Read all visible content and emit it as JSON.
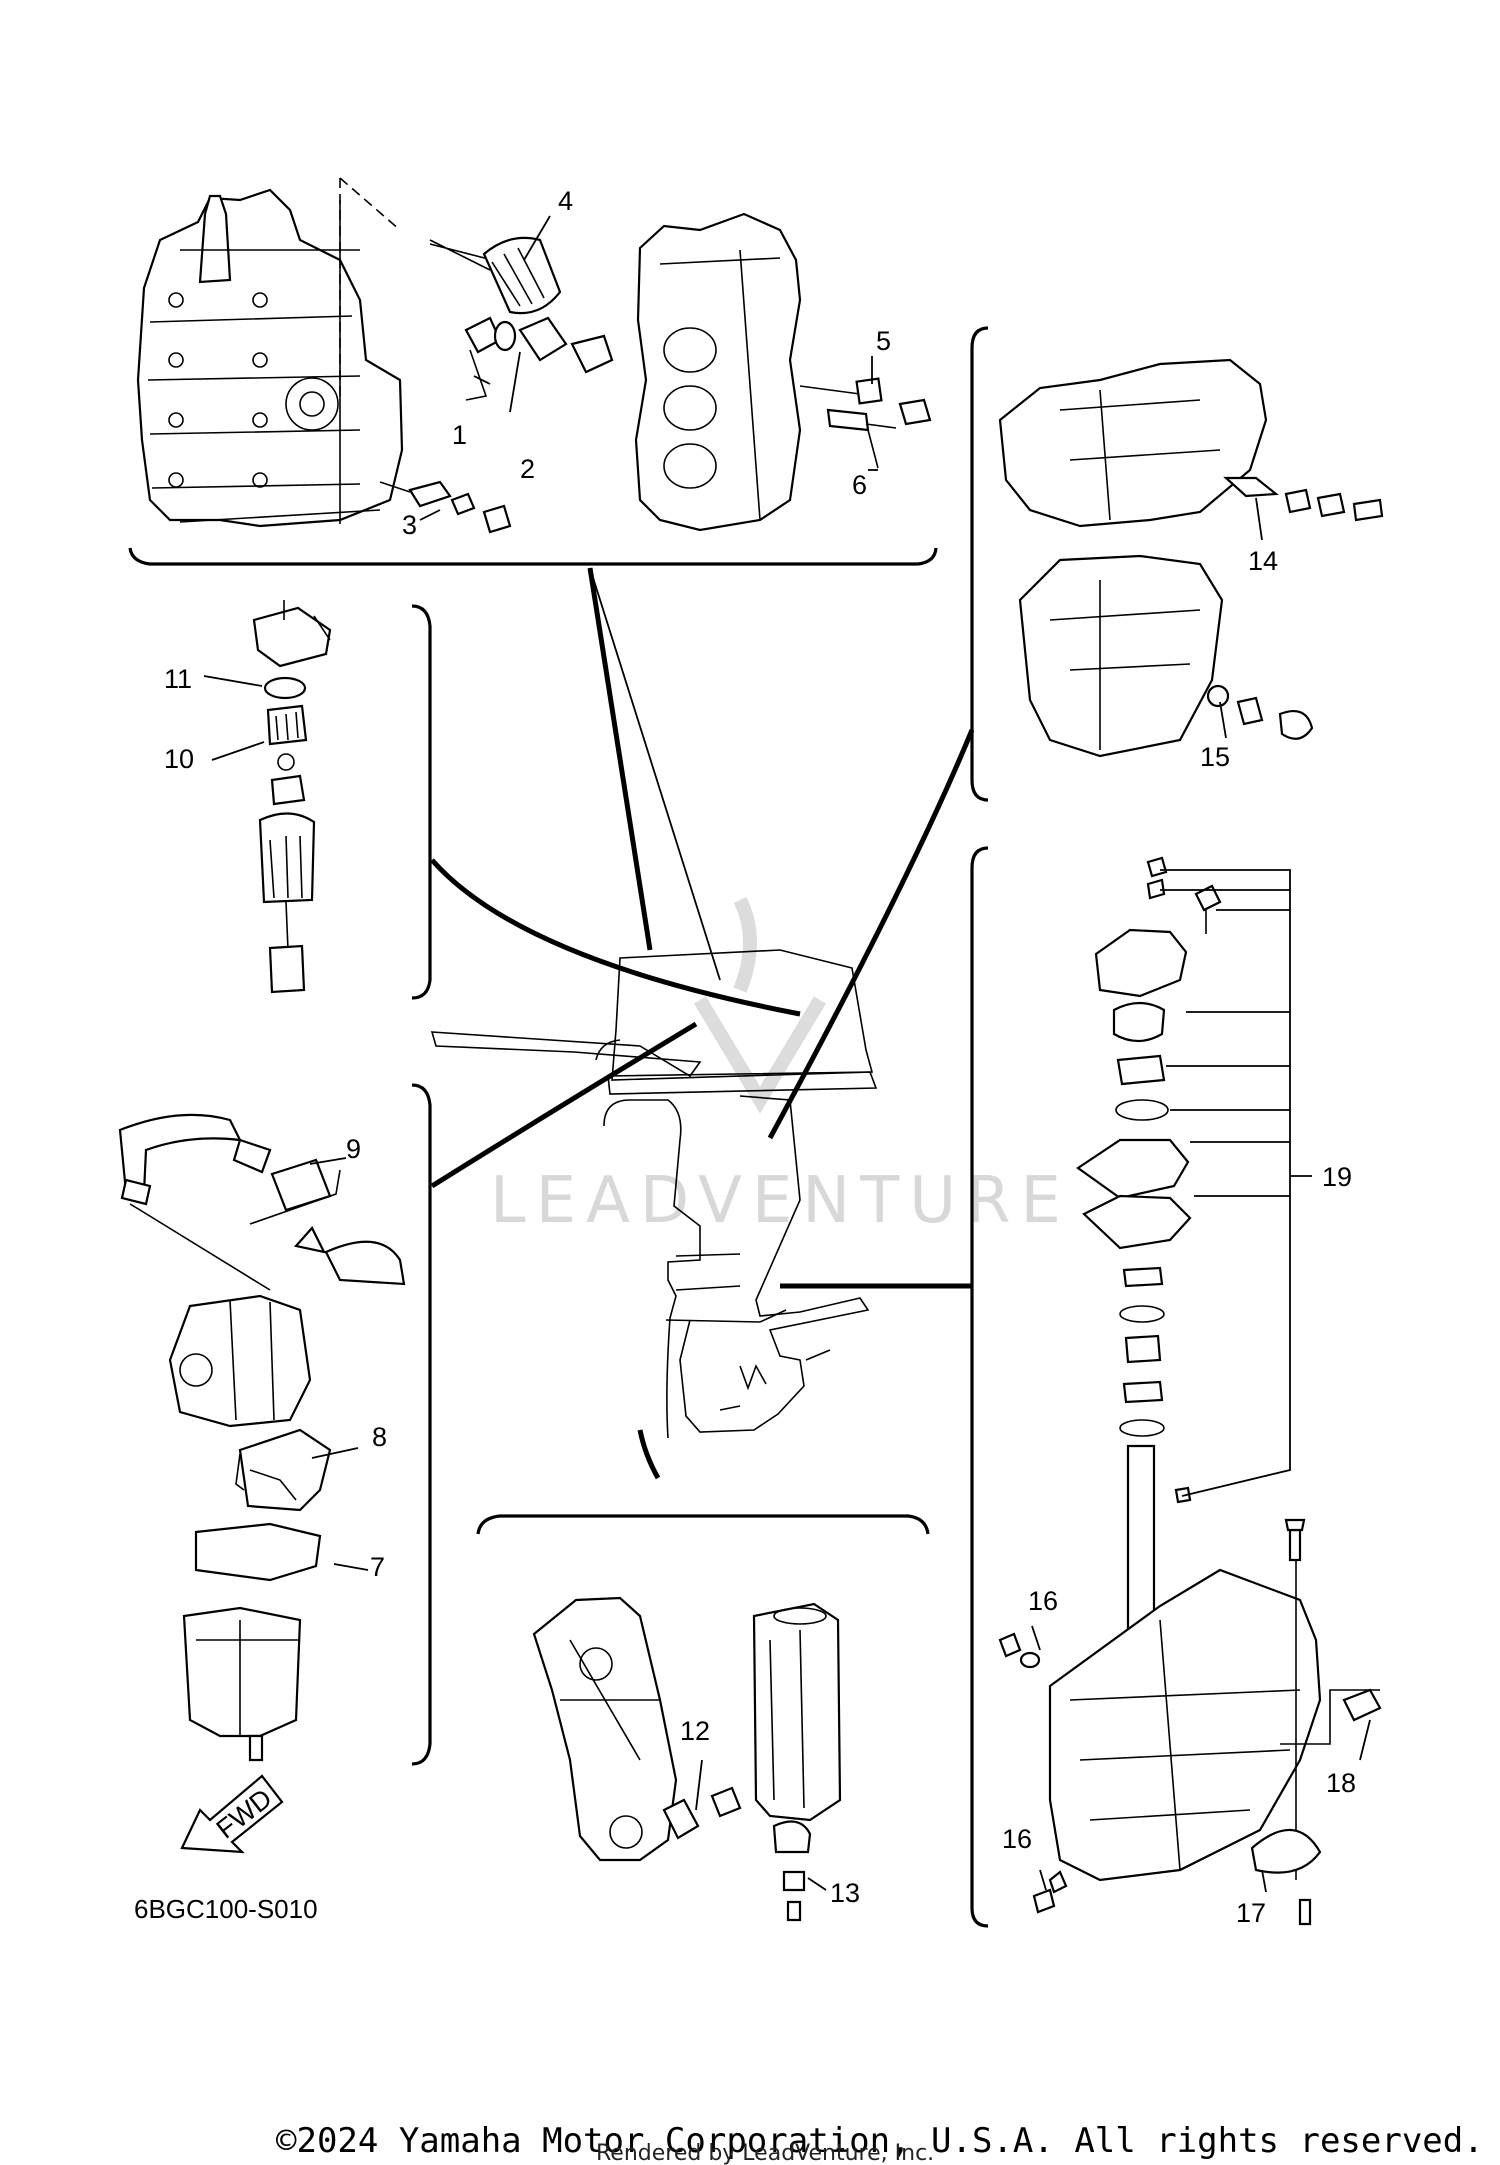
{
  "diagram": {
    "callouts": [
      "1",
      "2",
      "3",
      "4",
      "5",
      "6",
      "7",
      "8",
      "9",
      "10",
      "11",
      "12",
      "13",
      "14",
      "15",
      "16",
      "16",
      "17",
      "18",
      "19"
    ],
    "drawing_code": "6BGC100-S010",
    "fwd_label": "FWD",
    "watermark": "LEADVENTURE",
    "copyright": "©2024 Yamaha Motor Corporation, U.S.A. All rights reserved.",
    "rendered_by": "Rendered by LeadVenture, Inc."
  }
}
